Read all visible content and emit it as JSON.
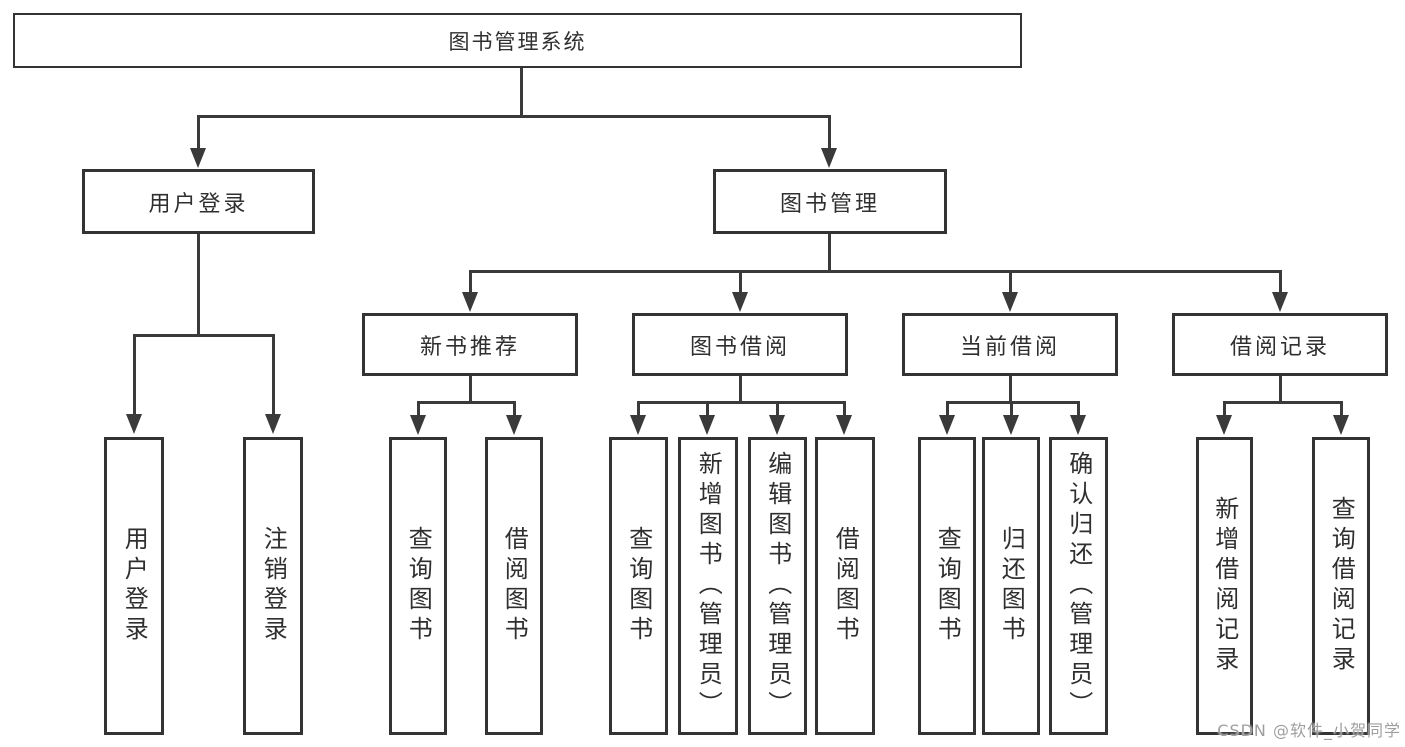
{
  "diagram": {
    "root": "图书管理系统",
    "level2": {
      "user_login": "用户登录",
      "book_mgmt": "图书管理"
    },
    "level3": {
      "new_books": "新书推荐",
      "book_borrow": "图书借阅",
      "current_borrow": "当前借阅",
      "borrow_records": "借阅记录"
    },
    "leaves": {
      "user_login": [
        "用户登录",
        "注销登录"
      ],
      "new_books": [
        "查询图书",
        "借阅图书"
      ],
      "book_borrow": [
        "查询图书",
        "新增图书（管理员）",
        "编辑图书（管理员）",
        "借阅图书"
      ],
      "current_borrow": [
        "查询图书",
        "归还图书",
        "确认归还（管理员）"
      ],
      "borrow_records": [
        "新增借阅记录",
        "查询借阅记录"
      ]
    },
    "watermark": "CSDN @软件_小贺同学",
    "colors": {
      "line": "#3a3a3a",
      "border": "#333333",
      "text": "#2f2f2f",
      "background": "#ffffff",
      "watermark": "#9e9e9e"
    }
  }
}
